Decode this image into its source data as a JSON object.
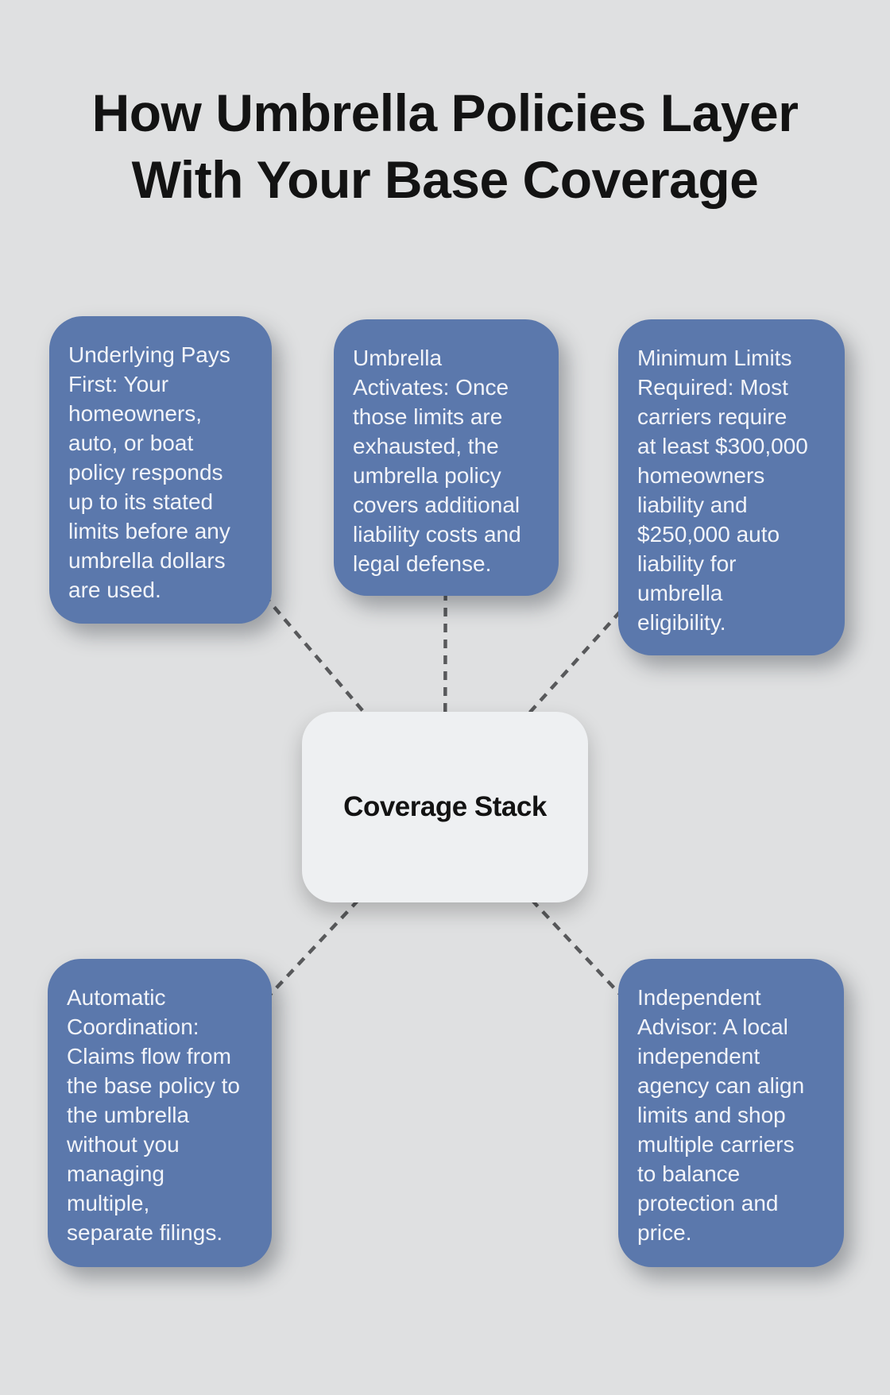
{
  "title": {
    "line1": "How Umbrella Policies Layer",
    "line2": "With Your Base Coverage"
  },
  "center": {
    "label": "Coverage Stack"
  },
  "cards": {
    "underlying_pays_first": {
      "text": "Underlying Pays\nFirst: Your\nhomeowners,\nauto, or boat\npolicy responds\nup to its stated\nlimits before any\numbrella dollars\nare used."
    },
    "umbrella_activates": {
      "text": "Umbrella\nActivates: Once\nthose limits are\nexhausted, the\numbrella policy\ncovers additional\nliability costs and\nlegal defense."
    },
    "minimum_limits_required": {
      "text": "Minimum Limits\nRequired: Most\ncarriers require\nat least $300,000\nhomeowners\nliability and\n$250,000 auto\nliability for\numbrella\neligibility."
    },
    "automatic_coordination": {
      "text": "Automatic\nCoordination:\nClaims flow from\nthe base policy to\nthe umbrella\nwithout you\nmanaging\nmultiple,\nseparate filings."
    },
    "independent_advisor": {
      "text": "Independent\nAdvisor: A local\nindependent\nagency can align\nlimits and shop\nmultiple carriers\nto balance\nprotection and\nprice."
    }
  },
  "colors": {
    "background": "#dfe0e1",
    "card_fill": "#5b78ac",
    "card_text": "#f2f4f9",
    "center_fill": "#eef0f2",
    "center_text": "#131313",
    "title_text": "#131313",
    "connector": "#58595b"
  }
}
